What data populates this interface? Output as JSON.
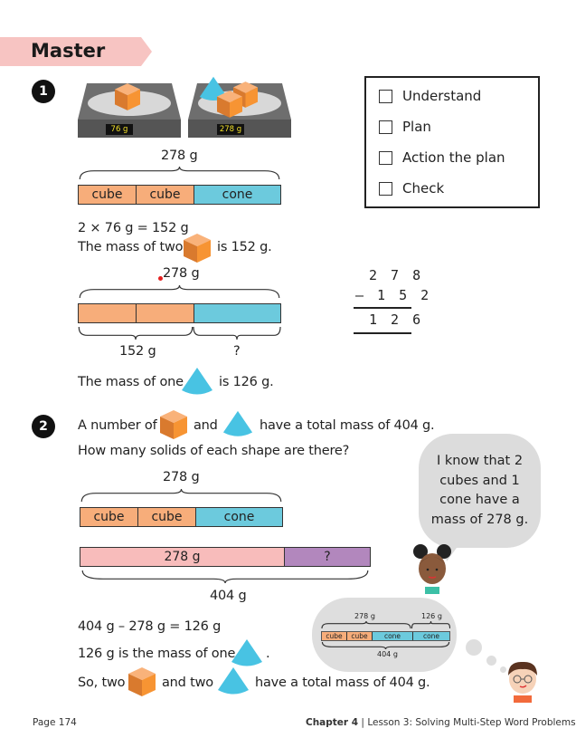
{
  "header": {
    "section_title": "Master"
  },
  "colors": {
    "ribbon": "#f7c4c2",
    "cube": "#f7ad7a",
    "cone": "#6ccadd",
    "total_bar": "#f8bcbb",
    "unknown_bar": "#b287bd",
    "bubble": "#dcdcdc"
  },
  "checklist": {
    "items": [
      {
        "label": "Understand",
        "checked": false
      },
      {
        "label": "Plan",
        "checked": false
      },
      {
        "label": "Action the plan",
        "checked": false
      },
      {
        "label": "Check",
        "checked": false
      }
    ]
  },
  "question1": {
    "number": "1",
    "scale1_reading": "76 g",
    "scale2_reading": "278 g",
    "bar1": {
      "total_label": "278 g",
      "segments": [
        "cube",
        "cube",
        "cone"
      ]
    },
    "calc_line": "2 × 76 g = 152 g",
    "mass_two_pre": "The mass of two",
    "mass_two_post": "is 152 g.",
    "bar2": {
      "total_label": "278 g",
      "left_label": "152 g",
      "right_label": "?"
    },
    "subtraction": {
      "minuend": "2 7 8",
      "subtrahend": "– 1 5 2",
      "result": "1 2 6"
    },
    "mass_one_pre": "The mass of one",
    "mass_one_post": "is 126 g."
  },
  "question2": {
    "number": "2",
    "prompt_pre": "A number of",
    "prompt_mid": "and",
    "prompt_post": "have a total mass of 404 g.",
    "question": "How many solids of each shape are there?",
    "bar1": {
      "total_label": "278 g",
      "segments": [
        "cube",
        "cube",
        "cone"
      ]
    },
    "bar2": {
      "left_label": "278 g",
      "right_label": "?",
      "total_label": "404 g"
    },
    "speech_bubble": "I know that 2 cubes and 1 cone have a mass of 278 g.",
    "thought_cloud": {
      "left_label": "278 g",
      "right_label": "126 g",
      "total_label": "404 g",
      "segments": [
        "cube",
        "cube",
        "cone",
        "cone"
      ]
    },
    "calc_line": "404 g – 278 g = 126 g",
    "cone_mass_pre": "126 g is the mass of one",
    "cone_mass_post": ".",
    "answer_pre": "So, two",
    "answer_mid": "and two",
    "answer_post": "have a total mass of 404 g."
  },
  "footer": {
    "page": "Page 174",
    "chapter": "Chapter 4",
    "lesson": "Lesson 3: Solving Multi-Step Word Problems"
  }
}
